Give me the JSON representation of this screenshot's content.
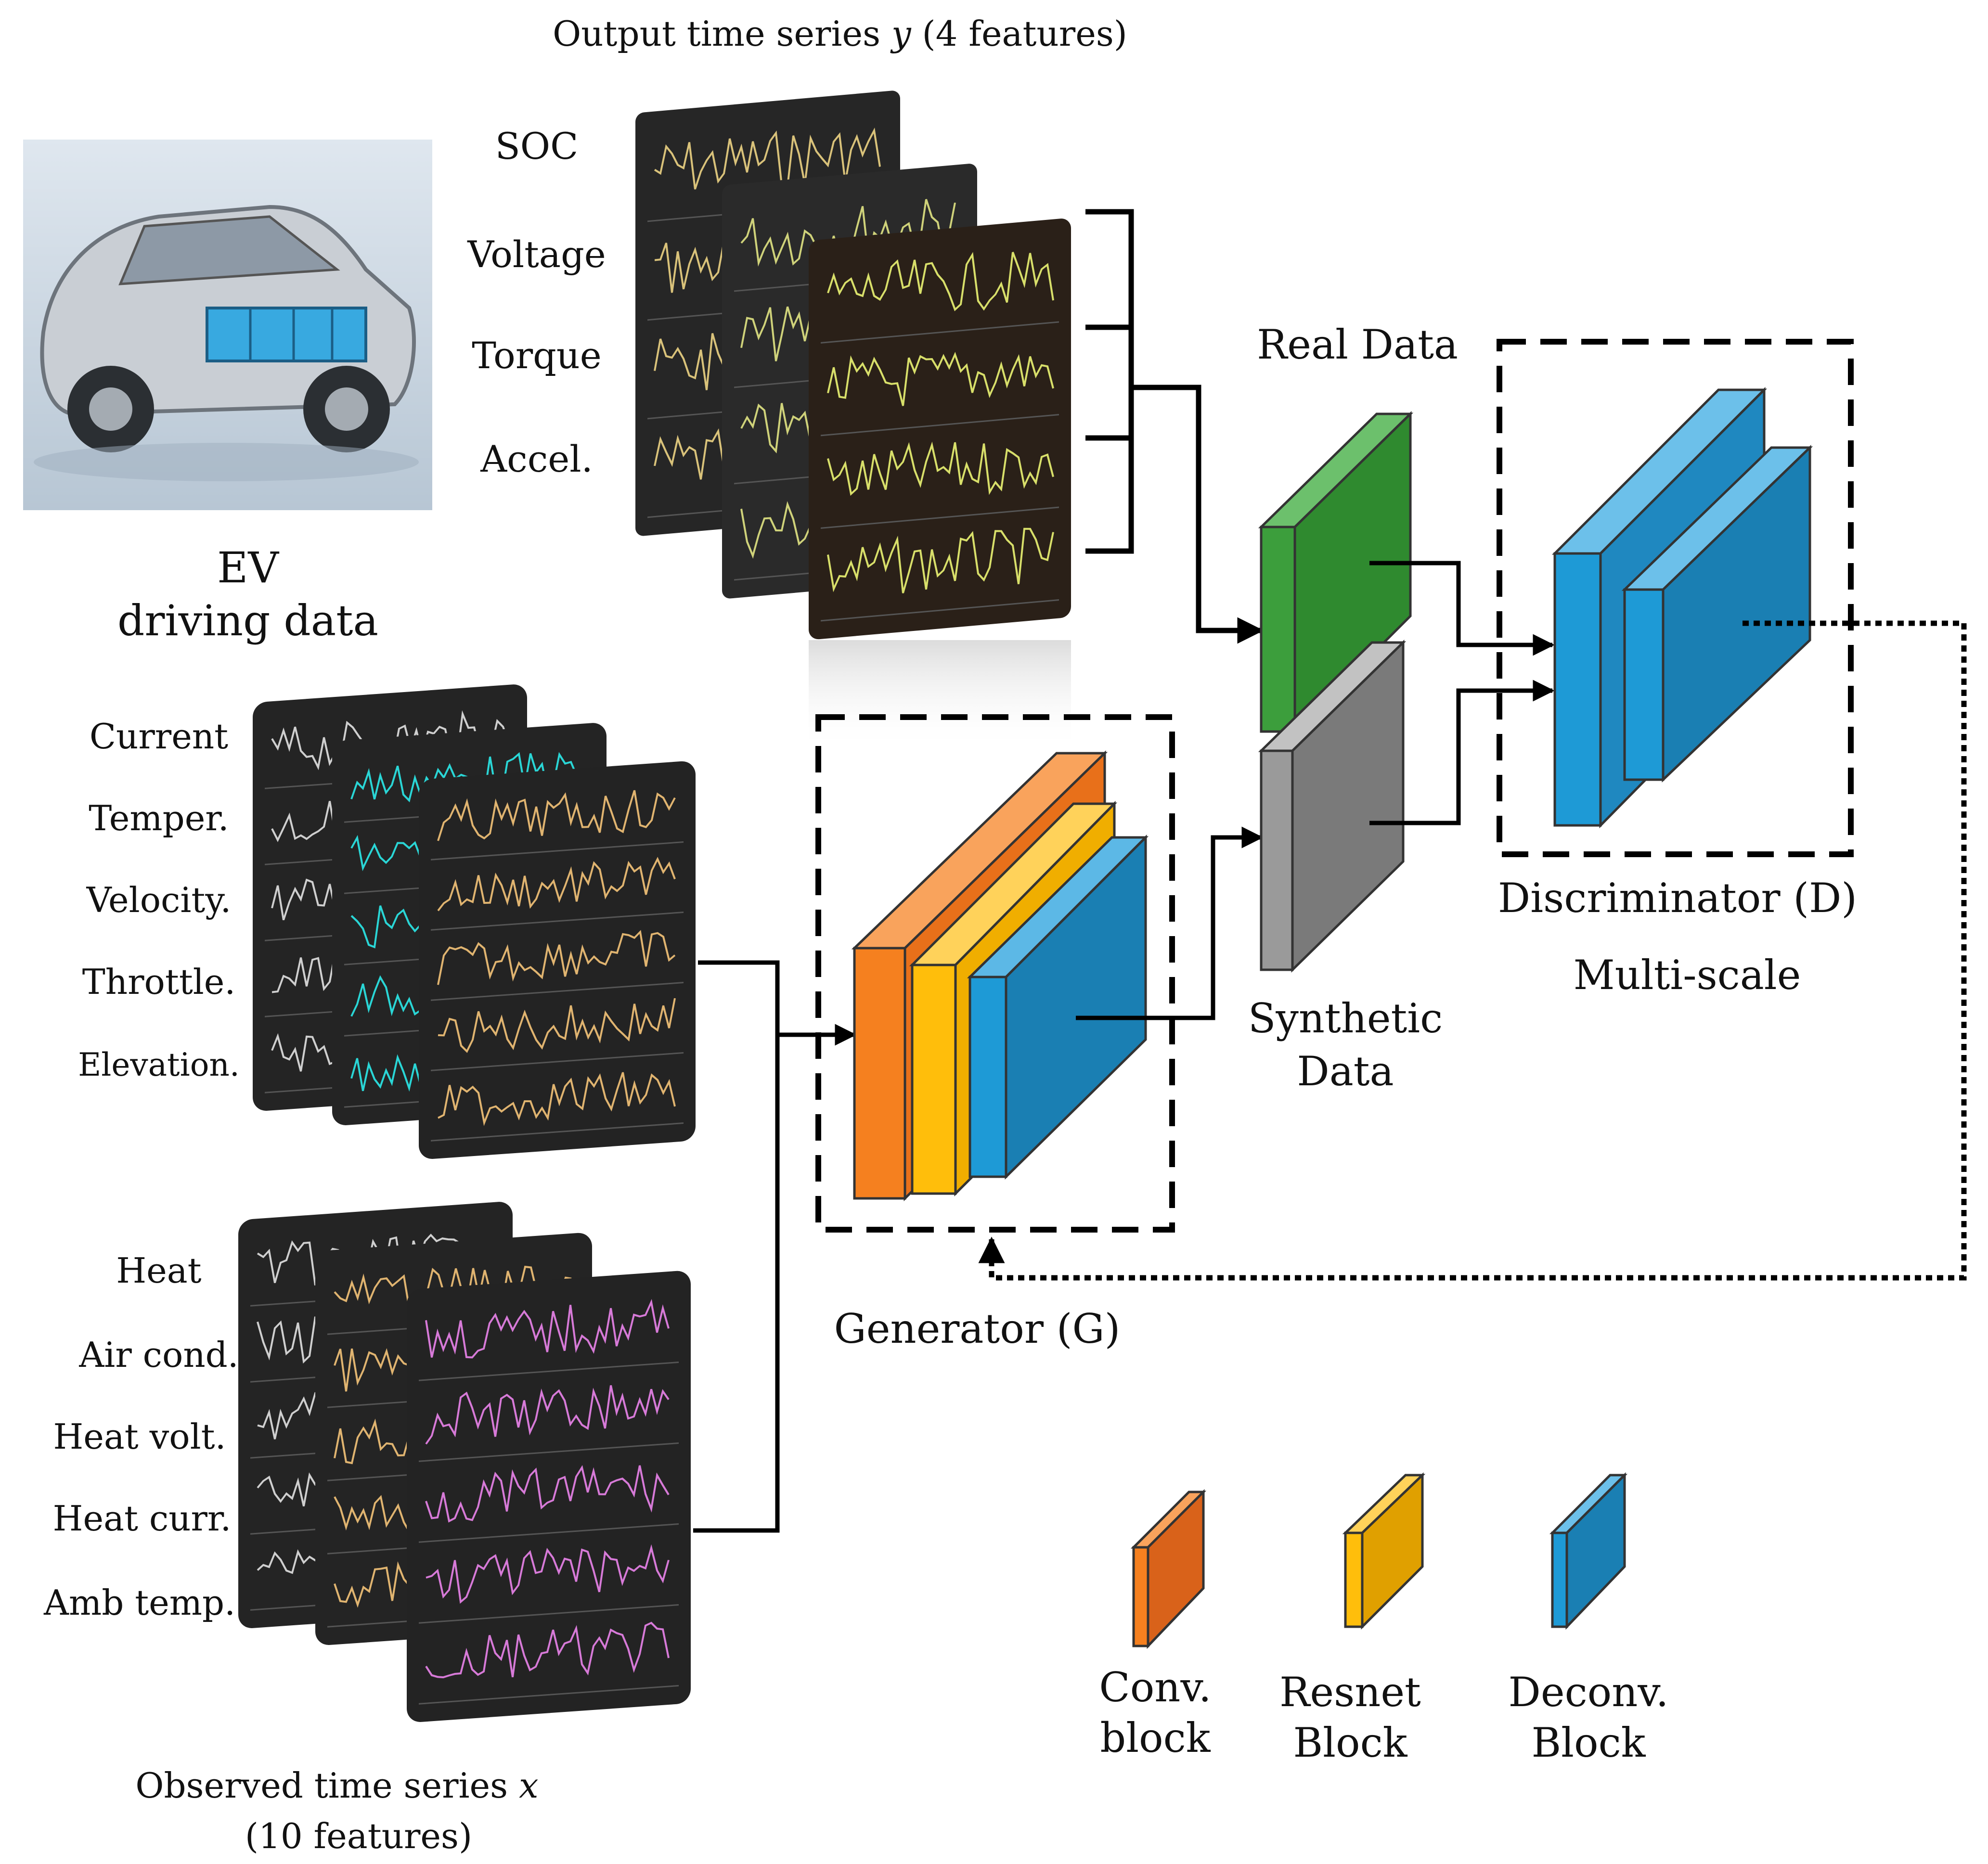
{
  "output_series": {
    "title_prefix": "Output time series ",
    "title_var": "y",
    "title_suffix": " (4 features)",
    "features": [
      "SOC",
      "Voltage",
      "Torque",
      "Accel."
    ]
  },
  "ev": {
    "label_line1": "EV",
    "label_line2": "driving data"
  },
  "observed_series": {
    "group1": [
      "Current",
      "Temper.",
      "Velocity.",
      "Throttle.",
      "Elevation."
    ],
    "group2": [
      "Heat",
      "Air cond.",
      "Heat volt.",
      "Heat curr.",
      "Amb temp."
    ],
    "caption_prefix": "Observed time series ",
    "caption_var": "x",
    "caption_line2": "(10 features)"
  },
  "real_data": {
    "label": "Real Data"
  },
  "synthetic_data": {
    "label_line1": "Synthetic",
    "label_line2": "Data"
  },
  "generator": {
    "label": "Generator (G)"
  },
  "discriminator": {
    "label": "Discriminator (D)",
    "sublabel": "Multi-scale"
  },
  "legend": [
    {
      "line1": "Conv.",
      "line2": "block",
      "color": "#f5801f"
    },
    {
      "line1": "Resnet",
      "line2": "Block",
      "color": "#ffbe0b"
    },
    {
      "line1": "Deconv.",
      "line2": "Block",
      "color": "#1e9ad6"
    }
  ],
  "colors": {
    "conv": "#f5801f",
    "resnet": "#ffbe0b",
    "deconv": "#1e9ad6",
    "real": "#3c9e3c",
    "synthetic": "#8a8a8a",
    "panel_dark": "#242424",
    "panel_brown": "#2a2018"
  }
}
